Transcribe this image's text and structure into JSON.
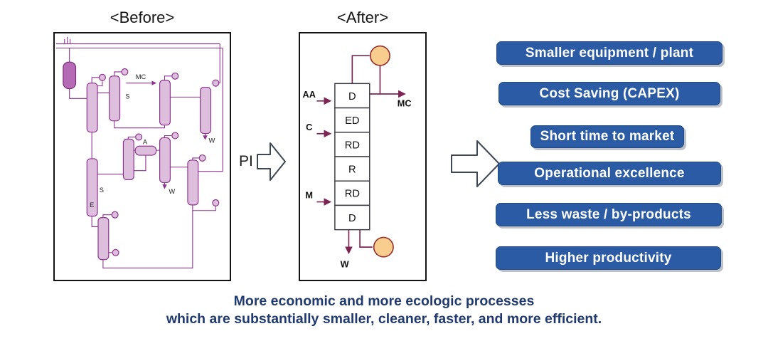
{
  "before": {
    "title": "<Before>",
    "labels": {
      "mc": "MC",
      "s1": "S",
      "a": "A",
      "w1": "W",
      "w2": "W",
      "s2": "S",
      "e": "E"
    }
  },
  "pi": {
    "label": "PI"
  },
  "after": {
    "title": "<After>",
    "sections": [
      "D",
      "ED",
      "RD",
      "R",
      "RD",
      "D"
    ],
    "inputs": {
      "aa": "AA",
      "c": "C",
      "m": "M"
    },
    "outputs": {
      "mc": "MC",
      "w": "W"
    }
  },
  "benefits": [
    {
      "label": "Smaller equipment / plant"
    },
    {
      "label": "Cost Saving (CAPEX)"
    },
    {
      "label": "Short time to market"
    },
    {
      "label": "Operational excellence"
    },
    {
      "label": "Less waste / by-products"
    },
    {
      "label": "Higher productivity"
    }
  ],
  "caption": {
    "line1": "More economic and more ecologic processes",
    "line2": "which are substantially smaller, cleaner, faster, and more efficient."
  },
  "colors": {
    "benefit_bg": "#2a5ba4",
    "benefit_text": "#ffffff",
    "caption_text": "#203a70",
    "flowsheet_stroke": "#8e3390",
    "flowsheet_fill": "#ddbedd",
    "after_line": "#7c2454",
    "circle_fill": "#f9cd8e",
    "circle_stroke": "#99322e"
  }
}
